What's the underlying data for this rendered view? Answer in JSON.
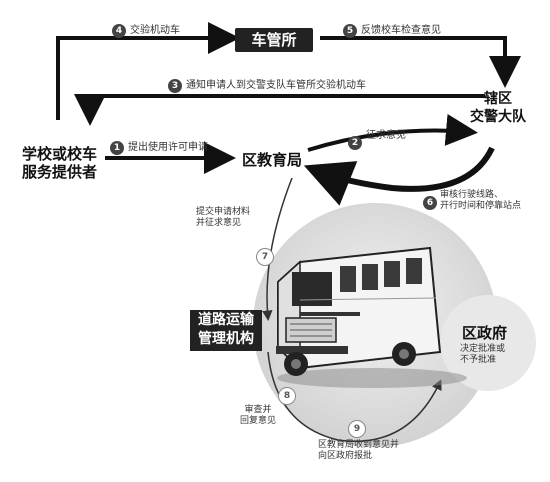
{
  "nodes": {
    "school": [
      "学校或校车",
      "服务提供者"
    ],
    "vehicle_admin": "车管所",
    "traffic_police": [
      "辖区",
      "交警大队"
    ],
    "education_bureau": "区教育局",
    "road_transport": [
      "道路运输",
      "管理机构"
    ],
    "district_gov": "区政府"
  },
  "steps": [
    {
      "num": "1",
      "text": [
        "提出使用许可申请"
      ]
    },
    {
      "num": "2",
      "text": [
        "征求意见"
      ]
    },
    {
      "num": "3",
      "text": [
        "通知申请人到交警支队车管所交验机动车"
      ]
    },
    {
      "num": "4",
      "text": [
        "交验机动车"
      ]
    },
    {
      "num": "5",
      "text": [
        "反馈校车检查意见"
      ]
    },
    {
      "num": "6",
      "text": [
        "审核行驶线路、",
        "开行时间和停靠站点"
      ]
    },
    {
      "num": "7",
      "text": [
        "提交申请材料",
        "并征求意见"
      ]
    },
    {
      "num": "8",
      "text": [
        "审查并",
        "回复意见"
      ]
    },
    {
      "num": "9",
      "text": [
        "区教育局收到意见并",
        "向区政府报批"
      ]
    }
  ],
  "district_gov_note": [
    "决定批准或",
    "不予批准"
  ]
}
